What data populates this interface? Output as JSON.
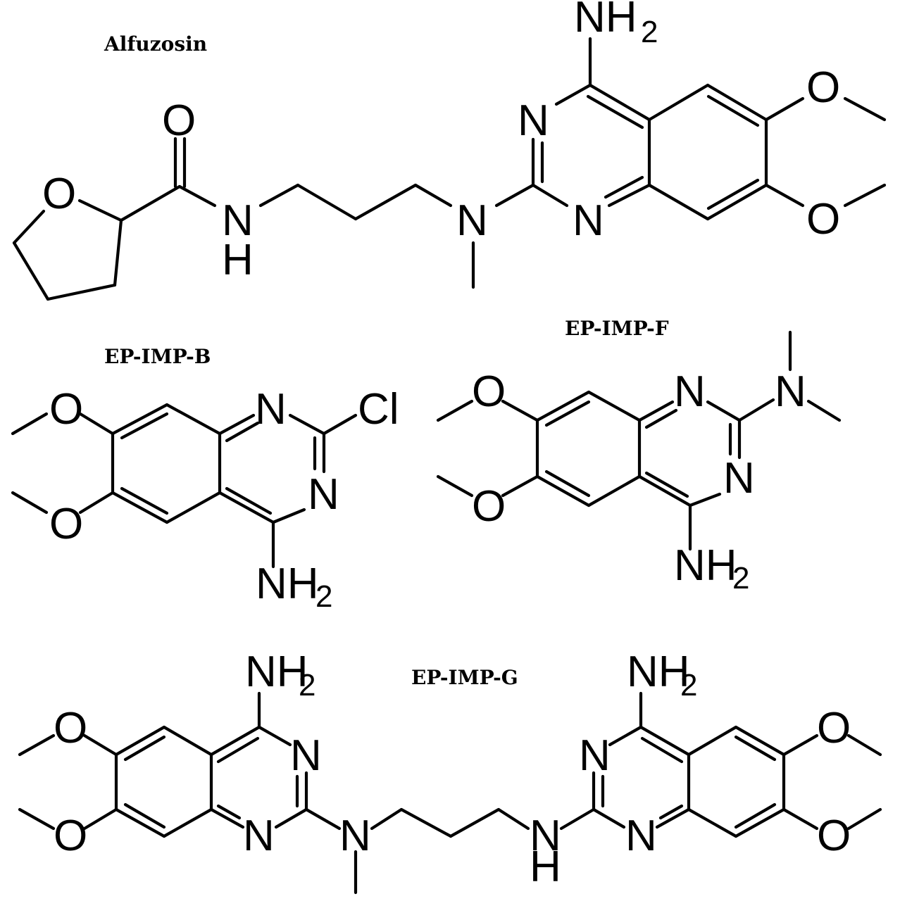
{
  "compounds": {
    "alfuzosin": {
      "title": "Alfuzosin"
    },
    "imp_b": {
      "title": "EP-IMP-B"
    },
    "imp_f": {
      "title": "EP-IMP-F"
    },
    "imp_g": {
      "title": "EP-IMP-G"
    }
  },
  "atoms": {
    "O": "O",
    "N": "N",
    "H": "H",
    "Cl": "Cl",
    "NH": "NH",
    "sub2": "2"
  }
}
